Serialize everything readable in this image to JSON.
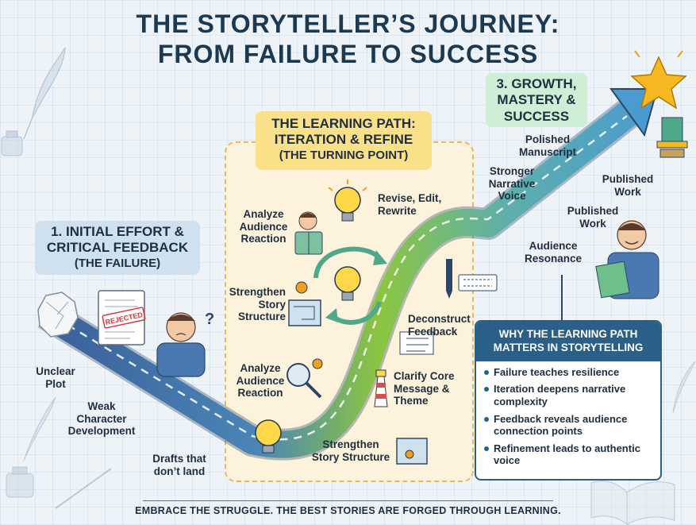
{
  "title": {
    "line1": "THE STORYTELLER’S JOURNEY:",
    "line2": "FROM FAILURE TO SUCCESS"
  },
  "sections": {
    "failure": {
      "line1": "1. INITIAL EFFORT &",
      "line2": "CRITICAL FEEDBACK",
      "line3": "(THE FAILURE)"
    },
    "learning": {
      "line1": "THE LEARNING PATH:",
      "line2": "ITERATION & REFINE",
      "line3": "(THE TURNING POINT)"
    },
    "success": {
      "line1": "3. GROWTH,",
      "line2": "MASTERY &",
      "line3": "SUCCESS"
    }
  },
  "stamp": "REJECTED",
  "failure_labels": {
    "unclear_plot": [
      "Unclear",
      "Plot"
    ],
    "weak_character": [
      "Weak",
      "Character",
      "Development"
    ],
    "drafts": [
      "Drafts that",
      "don’t land"
    ]
  },
  "learning_labels": {
    "analyze_top": [
      "Analyze",
      "Audience",
      "Reaction"
    ],
    "revise": [
      "Revise, Edit,",
      "Rewrite"
    ],
    "strengthen_left": [
      "Strengthen",
      "Story",
      "Structure"
    ],
    "analyze_bottom": [
      "Analyze",
      "Audience",
      "Reaction"
    ],
    "deconstruct": [
      "Deconstruct",
      "Feedback"
    ],
    "clarify": [
      "Clarify Core",
      "Message &",
      "Theme"
    ],
    "strengthen_bottom": [
      "Strengthen",
      "Story Structure"
    ]
  },
  "success_labels": {
    "polished": [
      "Polished",
      "Manuscript"
    ],
    "stronger": [
      "Stronger",
      "Narrative",
      "Voice"
    ],
    "published_right": [
      "Published",
      "Work"
    ],
    "published_mid": [
      "Published",
      "Work"
    ],
    "resonance": [
      "Audience",
      "Resonance"
    ]
  },
  "why": {
    "title_line1": "WHY THE LEARNING PATH",
    "title_line2": "MATTERS IN STORYTELLING",
    "items": [
      "Failure teaches resilience",
      "Iteration deepens narrative complexity",
      "Feedback reveals audience connection points",
      "Refinement leads to authentic voice"
    ]
  },
  "footer": "EMBRACE THE STRUGGLE. THE BEST STORIES ARE FORGED THROUGH LEARNING.",
  "colors": {
    "title": "#1b3a52",
    "failure_box": "#cfe0ef",
    "learning_box": "#fbe08a",
    "learning_panel": "#fdf2dc",
    "success_box": "#cfeed6",
    "path_start": "#3b5f98",
    "path_mid": "#8cc63f",
    "path_end": "#4a9bd0",
    "star": "#f6b820"
  }
}
